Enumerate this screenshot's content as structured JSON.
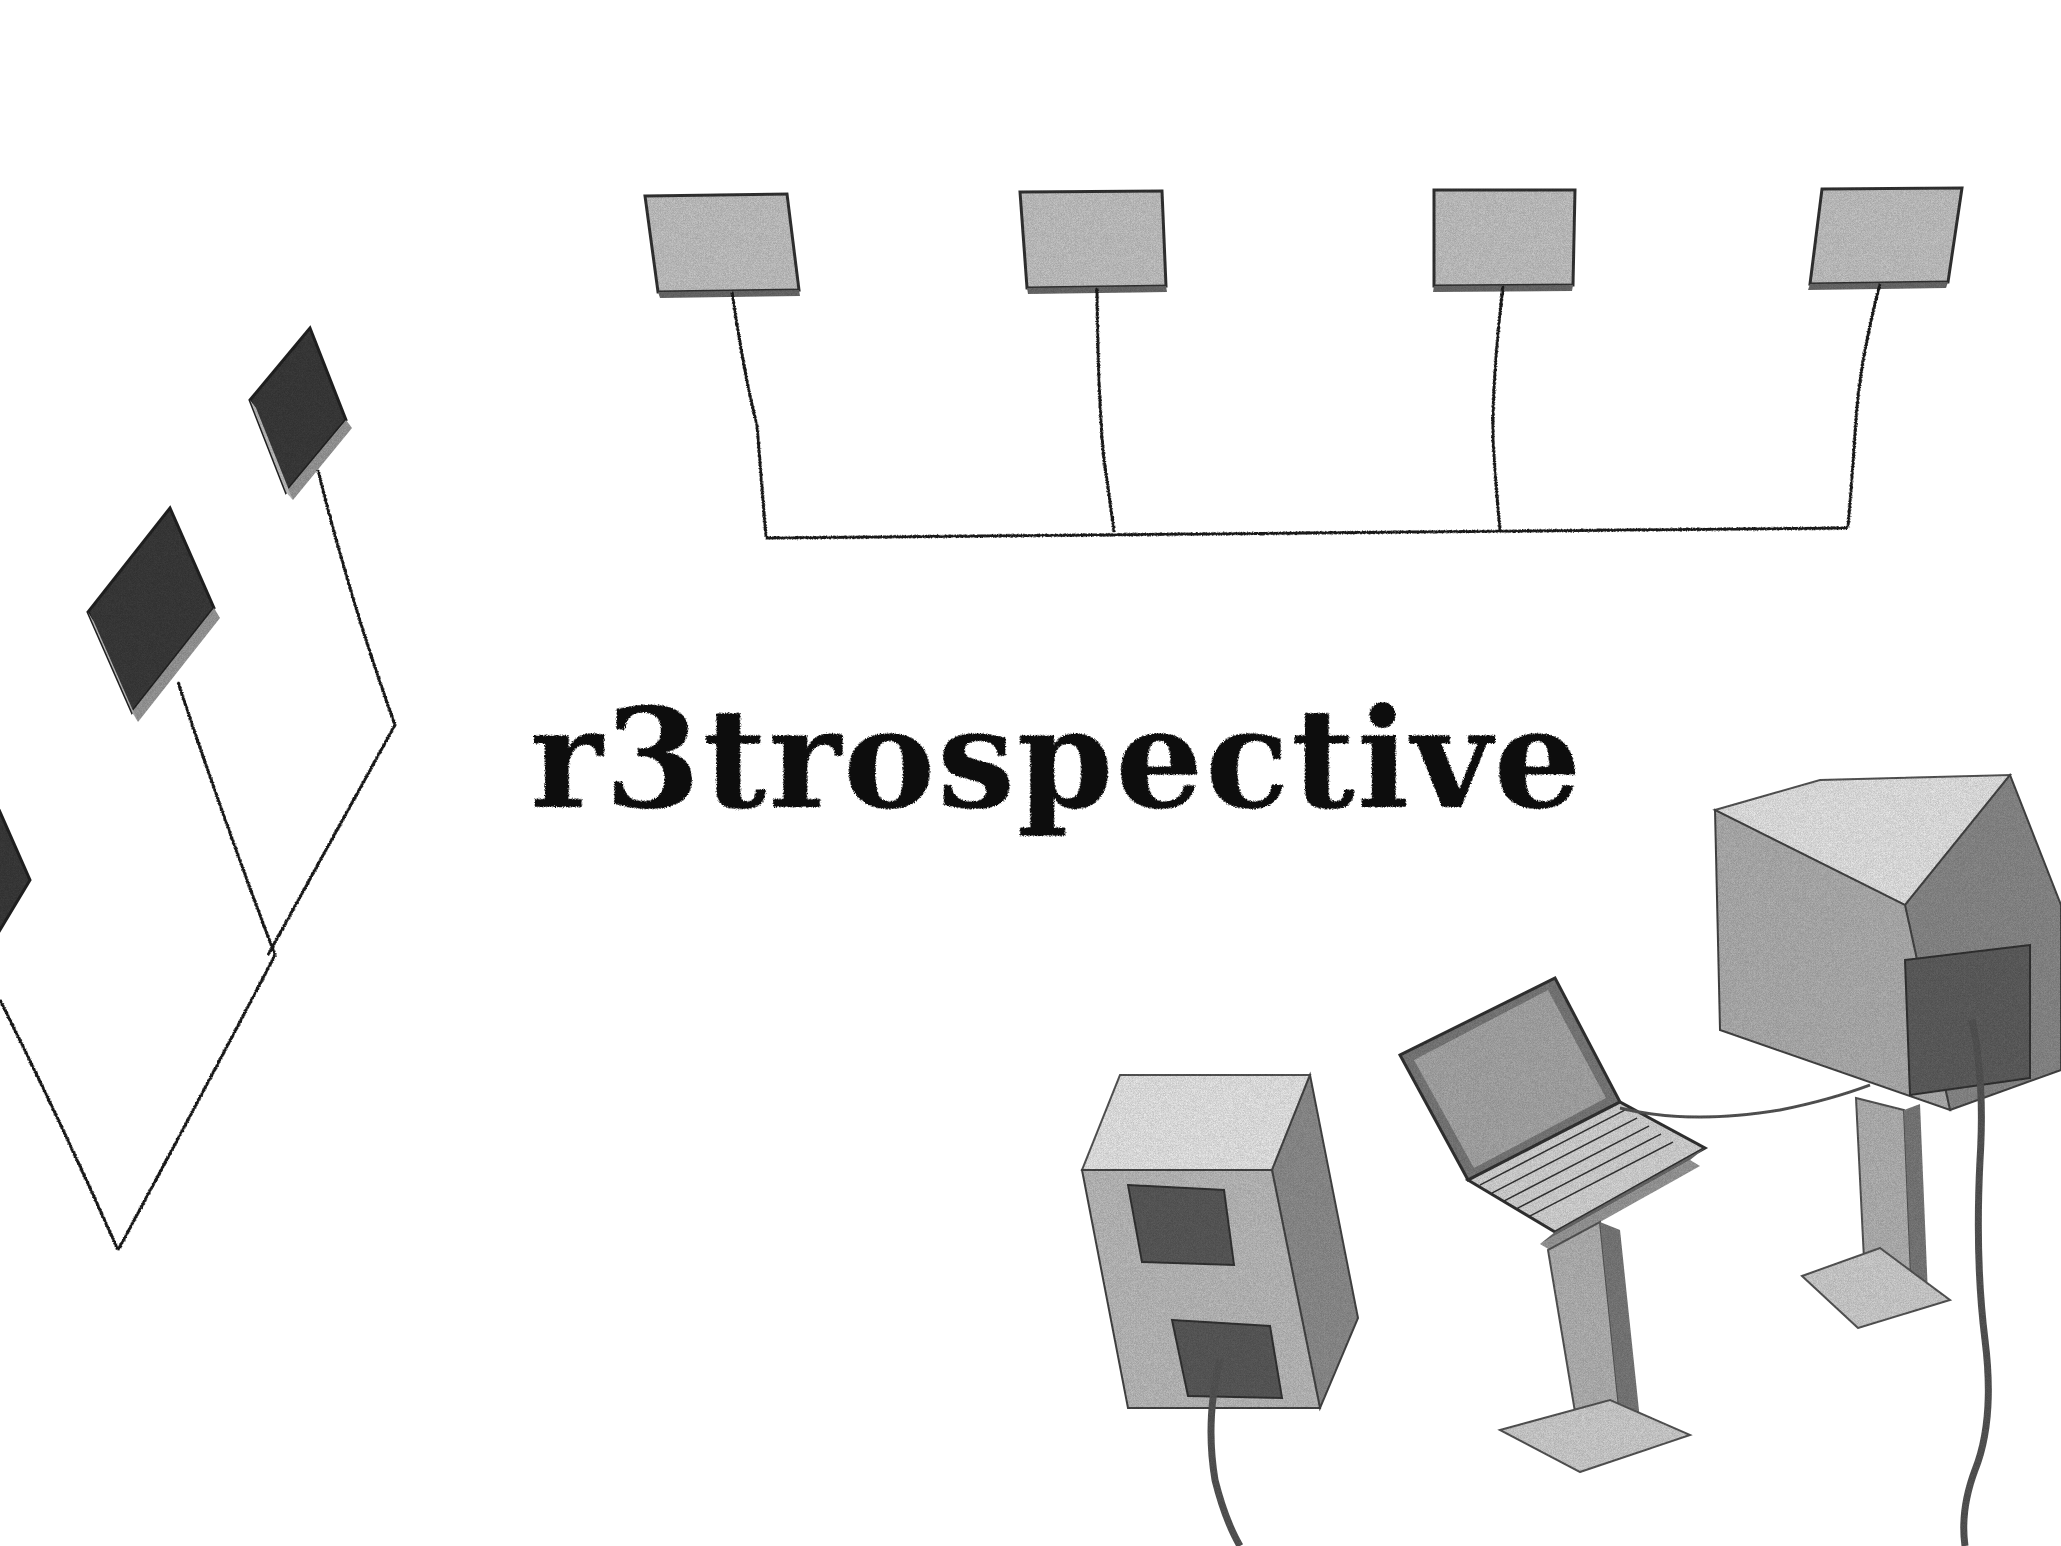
{
  "title": "r3trospective",
  "colors": {
    "background": "#ffffff",
    "ink": "#111111",
    "stipple_light": "#bdbdbd",
    "stipple_mid": "#8a8a8a",
    "stipple_dark": "#3a3a3a"
  },
  "illustration": {
    "style": "stippled grayscale",
    "groups": [
      {
        "name": "bus-topology-network",
        "node_count": 4
      },
      {
        "name": "tree-topology-network",
        "node_count": 3
      },
      {
        "name": "workstations",
        "items": [
          "tower-computer-icon",
          "laptop-on-stand-icon",
          "crt-monitor-on-stand-icon"
        ]
      }
    ]
  }
}
